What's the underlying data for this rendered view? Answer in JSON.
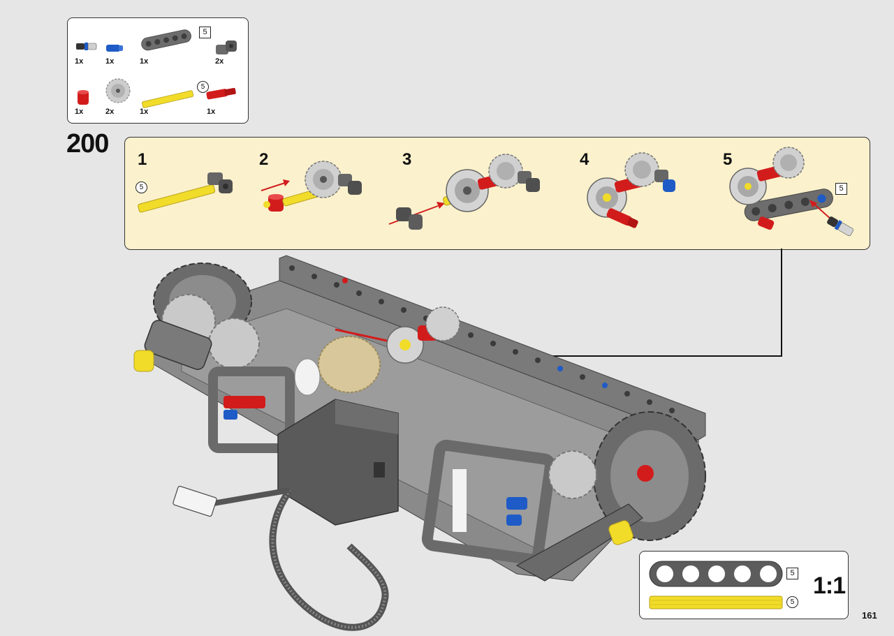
{
  "parts_list": {
    "items": [
      {
        "name": "black-blue-connector-pin",
        "qty": "1x"
      },
      {
        "name": "blue-pin",
        "qty": "1x"
      },
      {
        "name": "gray-beam",
        "qty": "1x",
        "size_tag": "5"
      },
      {
        "name": "angle-connector",
        "qty": "2x"
      },
      {
        "name": "red-bush",
        "qty": "1x"
      },
      {
        "name": "gray-gear",
        "qty": "2x"
      },
      {
        "name": "yellow-axle",
        "qty": "1x",
        "size_tag": "5"
      },
      {
        "name": "red-axle-pin",
        "qty": "1x"
      }
    ]
  },
  "step": {
    "number": "200",
    "substeps": [
      {
        "label": "1",
        "tag": "5"
      },
      {
        "label": "2"
      },
      {
        "label": "3"
      },
      {
        "label": "4"
      },
      {
        "label": "5",
        "tag": "5"
      }
    ]
  },
  "scale": {
    "beam_tag": "5",
    "axle_tag": "5",
    "label": "1:1"
  },
  "page_number": "161",
  "colors": {
    "panel": "#fbf1cc",
    "yellow": "#f1dc2a",
    "red": "#d21c1c",
    "blue": "#1e5bc6",
    "dark_gray": "#5c5c5c",
    "light_gray": "#a9a9a9"
  }
}
